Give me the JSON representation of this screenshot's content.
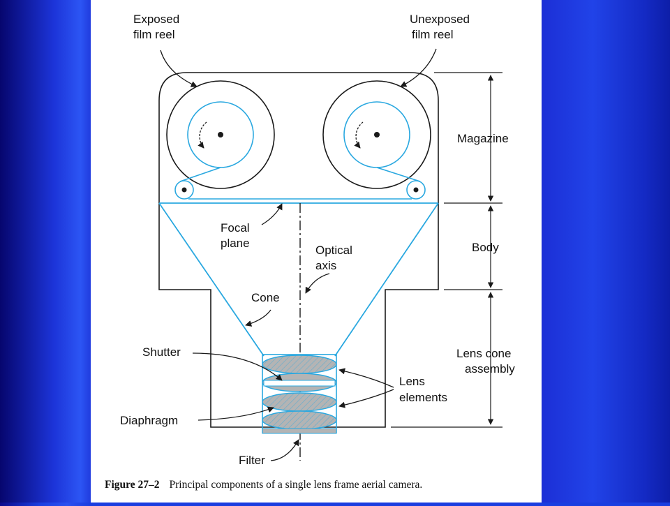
{
  "labels": {
    "exposed_reel": [
      "Exposed",
      "film reel"
    ],
    "unexposed_reel": [
      "Unexposed",
      "film reel"
    ],
    "magazine": "Magazine",
    "body": "Body",
    "lens_cone": [
      "Lens cone",
      "assembly"
    ],
    "focal_plane": [
      "Focal",
      "plane"
    ],
    "optical_axis": [
      "Optical",
      "axis"
    ],
    "cone": "Cone",
    "shutter": "Shutter",
    "diaphragm": "Diaphragm",
    "lens_elements": [
      "Lens",
      "elements"
    ],
    "filter": "Filter"
  },
  "caption": {
    "number": "Figure 27–2",
    "text": "Principal components of a single lens frame aerial camera."
  },
  "colors": {
    "blue_line": "#2aa8e0",
    "black_line": "#1a1a1a",
    "lens_gray": "#b4b4b4"
  }
}
